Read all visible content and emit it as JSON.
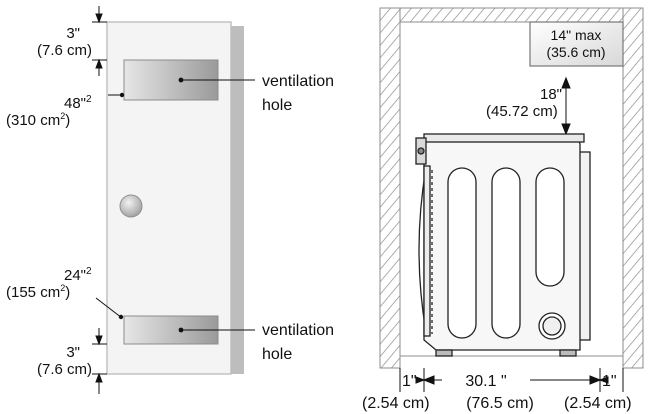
{
  "left_panel": {
    "top_gap": {
      "imperial": "3\"",
      "metric": "(7.6 cm)"
    },
    "top_vent_area": {
      "imperial": "48\"",
      "sup": "2",
      "metric_value": "(310 cm",
      "metric_sup": "2",
      "metric_close": ")"
    },
    "top_vent_label": {
      "line1": "ventilation",
      "line2": "hole"
    },
    "bottom_vent_area": {
      "imperial": "24\"",
      "sup": "2",
      "metric_value": "(155 cm",
      "metric_sup": "2",
      "metric_close": ")"
    },
    "bottom_vent_label": {
      "line1": "ventilation",
      "line2": "hole"
    },
    "bottom_gap": {
      "imperial": "3\"",
      "metric": "(7.6 cm)"
    }
  },
  "right_panel": {
    "corner_box": {
      "line1": "14\" max",
      "line2": "(35.6 cm)"
    },
    "top_clearance": {
      "imperial": "18\"",
      "metric": "(45.72 cm)"
    },
    "left_clearance": {
      "imperial": "1\"",
      "metric": "(2.54 cm)"
    },
    "depth": {
      "imperial": "30.1 \"",
      "metric": "(76.5 cm)"
    },
    "right_clearance": {
      "imperial": "1\"",
      "metric": "(2.54 cm)"
    }
  },
  "colors": {
    "panel_fill": "#f3f3f3",
    "panel_side": "#bdbdbd",
    "hatch": "#9a9a9a",
    "vent_dark": "#9c9c9c",
    "vent_light": "#e2e2e2"
  }
}
